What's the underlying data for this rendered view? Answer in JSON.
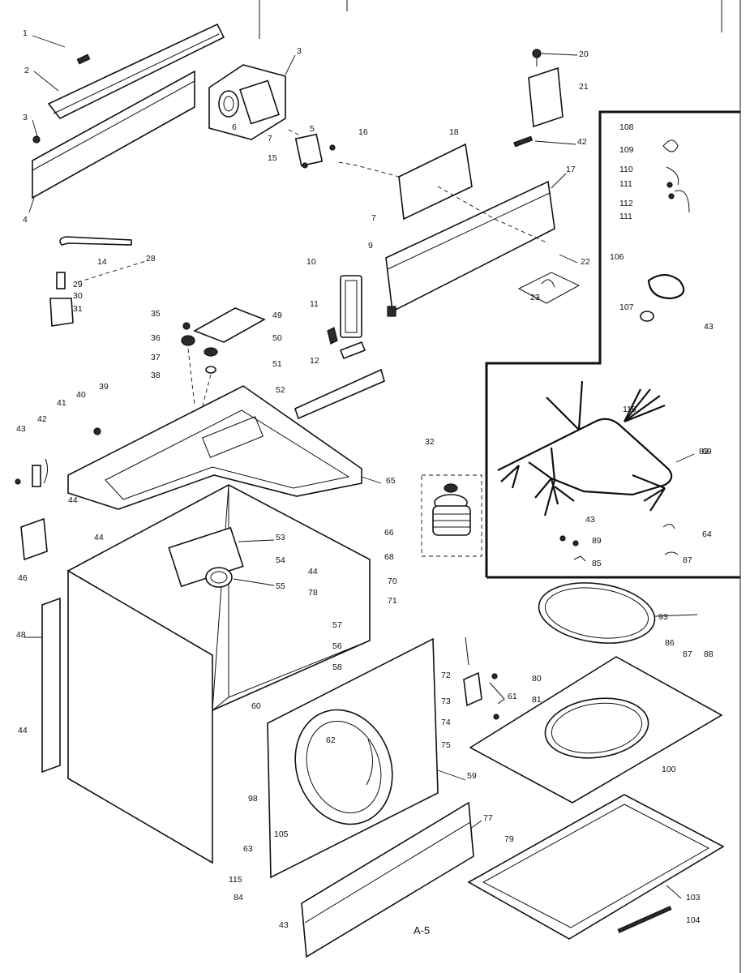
{
  "sheet_label": "A-5",
  "footer_text": "",
  "callouts": [
    {
      "id": "c1",
      "text": "1"
    },
    {
      "id": "c2",
      "text": "2"
    },
    {
      "id": "c3a",
      "text": "3"
    },
    {
      "id": "c3b",
      "text": "3"
    },
    {
      "id": "c4",
      "text": "4"
    },
    {
      "id": "c5",
      "text": "5"
    },
    {
      "id": "c6",
      "text": "6"
    },
    {
      "id": "c7a",
      "text": "7"
    },
    {
      "id": "c7b",
      "text": "7"
    },
    {
      "id": "c9",
      "text": "9"
    },
    {
      "id": "c10",
      "text": "10"
    },
    {
      "id": "c11",
      "text": "11"
    },
    {
      "id": "c12",
      "text": "12"
    },
    {
      "id": "c14",
      "text": "14"
    },
    {
      "id": "c15",
      "text": "15"
    },
    {
      "id": "c16",
      "text": "16"
    },
    {
      "id": "c18",
      "text": "18"
    },
    {
      "id": "c17",
      "text": "17"
    },
    {
      "id": "c20",
      "text": "20"
    },
    {
      "id": "c21",
      "text": "21"
    },
    {
      "id": "c22",
      "text": "22"
    },
    {
      "id": "c23",
      "text": "23"
    },
    {
      "id": "c28",
      "text": "28"
    },
    {
      "id": "c29",
      "text": "29"
    },
    {
      "id": "c30",
      "text": "30"
    },
    {
      "id": "c31",
      "text": "31"
    },
    {
      "id": "c32",
      "text": "32"
    },
    {
      "id": "c35",
      "text": "35"
    },
    {
      "id": "c36",
      "text": "36"
    },
    {
      "id": "c37",
      "text": "37"
    },
    {
      "id": "c38",
      "text": "38"
    },
    {
      "id": "c39",
      "text": "39"
    },
    {
      "id": "c40",
      "text": "40"
    },
    {
      "id": "c41",
      "text": "41"
    },
    {
      "id": "c42a",
      "text": "42"
    },
    {
      "id": "c42b",
      "text": "42"
    },
    {
      "id": "c43a",
      "text": "43"
    },
    {
      "id": "c43b",
      "text": "43"
    },
    {
      "id": "c43c",
      "text": "43"
    },
    {
      "id": "c43d",
      "text": "43"
    },
    {
      "id": "c44a",
      "text": "44"
    },
    {
      "id": "c44b",
      "text": "44"
    },
    {
      "id": "c44c",
      "text": "44"
    },
    {
      "id": "c44d",
      "text": "44"
    },
    {
      "id": "c46",
      "text": "46"
    },
    {
      "id": "c48",
      "text": "48"
    },
    {
      "id": "c49",
      "text": "49"
    },
    {
      "id": "c50",
      "text": "50"
    },
    {
      "id": "c51",
      "text": "51"
    },
    {
      "id": "c52",
      "text": "52"
    },
    {
      "id": "c53",
      "text": "53"
    },
    {
      "id": "c54",
      "text": "54"
    },
    {
      "id": "c55",
      "text": "55"
    },
    {
      "id": "c56",
      "text": "56"
    },
    {
      "id": "c57",
      "text": "57"
    },
    {
      "id": "c58",
      "text": "58"
    },
    {
      "id": "c59",
      "text": "59"
    },
    {
      "id": "c60",
      "text": "60"
    },
    {
      "id": "c61",
      "text": "61"
    },
    {
      "id": "c62",
      "text": "62"
    },
    {
      "id": "c63",
      "text": "63"
    },
    {
      "id": "c64",
      "text": "64"
    },
    {
      "id": "c65",
      "text": "65"
    },
    {
      "id": "c66",
      "text": "66"
    },
    {
      "id": "c68",
      "text": "68"
    },
    {
      "id": "c69",
      "text": "69"
    },
    {
      "id": "c70",
      "text": "70"
    },
    {
      "id": "c71",
      "text": "71"
    },
    {
      "id": "c72",
      "text": "72"
    },
    {
      "id": "c73",
      "text": "73"
    },
    {
      "id": "c74",
      "text": "74"
    },
    {
      "id": "c75",
      "text": "75"
    },
    {
      "id": "c77",
      "text": "77"
    },
    {
      "id": "c78",
      "text": "78"
    },
    {
      "id": "c79",
      "text": "79"
    },
    {
      "id": "c80",
      "text": "80"
    },
    {
      "id": "c81",
      "text": "81"
    },
    {
      "id": "c83",
      "text": "83"
    },
    {
      "id": "c84",
      "text": "84"
    },
    {
      "id": "c85",
      "text": "85"
    },
    {
      "id": "c86",
      "text": "86"
    },
    {
      "id": "c87a",
      "text": "87"
    },
    {
      "id": "c87b",
      "text": "87"
    },
    {
      "id": "c88",
      "text": "88"
    },
    {
      "id": "c89",
      "text": "89"
    },
    {
      "id": "c93",
      "text": "93"
    },
    {
      "id": "c98",
      "text": "98"
    },
    {
      "id": "c100",
      "text": "100"
    },
    {
      "id": "c103",
      "text": "103"
    },
    {
      "id": "c104",
      "text": "104"
    },
    {
      "id": "c105",
      "text": "105"
    },
    {
      "id": "c106",
      "text": "106"
    },
    {
      "id": "c107",
      "text": "107"
    },
    {
      "id": "c108",
      "text": "108"
    },
    {
      "id": "c109",
      "text": "109"
    },
    {
      "id": "c110",
      "text": "110"
    },
    {
      "id": "c111a",
      "text": "111"
    },
    {
      "id": "c111b",
      "text": "111"
    },
    {
      "id": "c112",
      "text": "112"
    },
    {
      "id": "c115",
      "text": "115"
    },
    {
      "id": "c118",
      "text": "118"
    }
  ]
}
